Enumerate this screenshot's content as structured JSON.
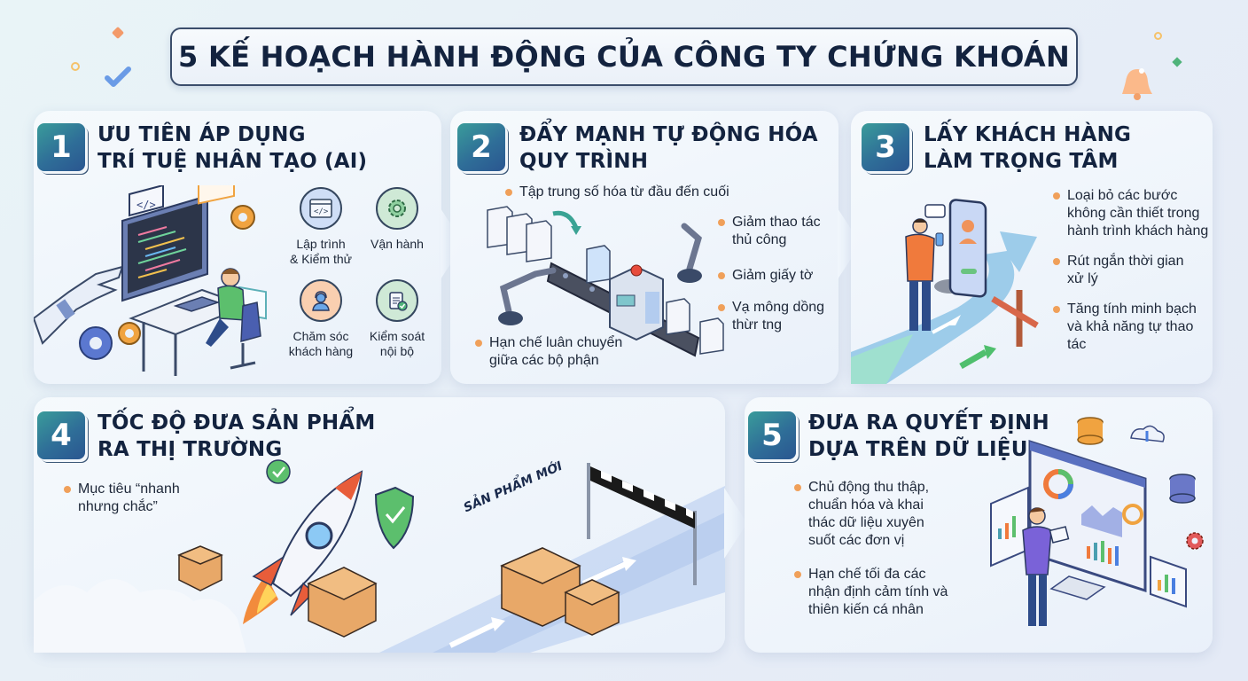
{
  "title": "5 KẾ HOẠCH HÀNH ĐỘNG CỦA CÔNG TY CHỨNG KHOÁN",
  "colors": {
    "badge_gradient_start": "#3a9c9a",
    "badge_gradient_end": "#2a5690",
    "heading": "#13233f",
    "bullet_dot": "#f0a05a",
    "background": "#e7eef7"
  },
  "cards": [
    {
      "number": "1",
      "title_lines": [
        "ƯU TIÊN ÁP DỤNG",
        "TRÍ TUỆ NHÂN TẠO (AI)"
      ],
      "illustration": "robot-hand-developer-computer",
      "skills": [
        {
          "icon": "code-window-icon",
          "lines": [
            "Lập trình",
            "& Kiểm thử"
          ]
        },
        {
          "icon": "gear-icon",
          "lines": [
            "Vận hành"
          ]
        },
        {
          "icon": "headset-agent-icon",
          "lines": [
            "Chăm sóc",
            "khách hàng"
          ]
        },
        {
          "icon": "clipboard-check-icon",
          "lines": [
            "Kiểm soát",
            "nội bộ"
          ]
        }
      ]
    },
    {
      "number": "2",
      "title_lines": [
        "ĐẨY MẠNH TỰ ĐỘNG HÓA",
        "QUY TRÌNH"
      ],
      "illustration": "document-conveyor-robot-arms",
      "bullets": [
        {
          "lines": [
            "Tập trung số hóa từ đầu đến cuối"
          ]
        },
        {
          "lines": [
            "Giảm thao tác",
            "thủ công"
          ]
        },
        {
          "lines": [
            "Giảm giấy tờ"
          ]
        },
        {
          "lines": [
            "Vạ mông dồng",
            "thừr tng"
          ]
        },
        {
          "lines": [
            "Hạn chế luân chuyển",
            "giữa các bộ phận"
          ]
        }
      ]
    },
    {
      "number": "3",
      "title_lines": [
        "LẤY KHÁCH HÀNG",
        "LÀM TRỌNG TÂM"
      ],
      "illustration": "customer-journey-phone-path",
      "bullets": [
        {
          "lines": [
            "Loại bỏ các bước",
            "không cần thiết trong",
            "hành trình khách hàng"
          ]
        },
        {
          "lines": [
            "Rút ngắn thời gian",
            "xử lý"
          ]
        },
        {
          "lines": [
            "Tăng tính minh bạch",
            "và khả năng tự thao",
            "tác"
          ]
        }
      ]
    },
    {
      "number": "4",
      "title_lines": [
        "TỐC ĐỘ ĐƯA SẢN PHẨM",
        "RA THỊ TRƯỜNG"
      ],
      "illustration": "rocket-boxes-finish-line",
      "bullets": [
        {
          "lines": [
            "Mục tiêu “nhanh",
            "nhưng chắc”"
          ]
        }
      ],
      "road_label": "SẢN PHẨM MỚI"
    },
    {
      "number": "5",
      "title_lines": [
        "ĐƯA RA QUYẾT ĐỊNH",
        "DỰA TRÊN DỮ LIỆU"
      ],
      "illustration": "analyst-dashboard-monitor",
      "bullets": [
        {
          "lines": [
            "Chủ động thu thập,",
            "chuẩn hóa và khai",
            "thác dữ liệu xuyên",
            "suốt các đơn vị"
          ]
        },
        {
          "lines": [
            "Hạn chế tối đa các",
            "nhận định cảm tính và",
            "thiên kiến cá nhân"
          ]
        }
      ]
    }
  ]
}
